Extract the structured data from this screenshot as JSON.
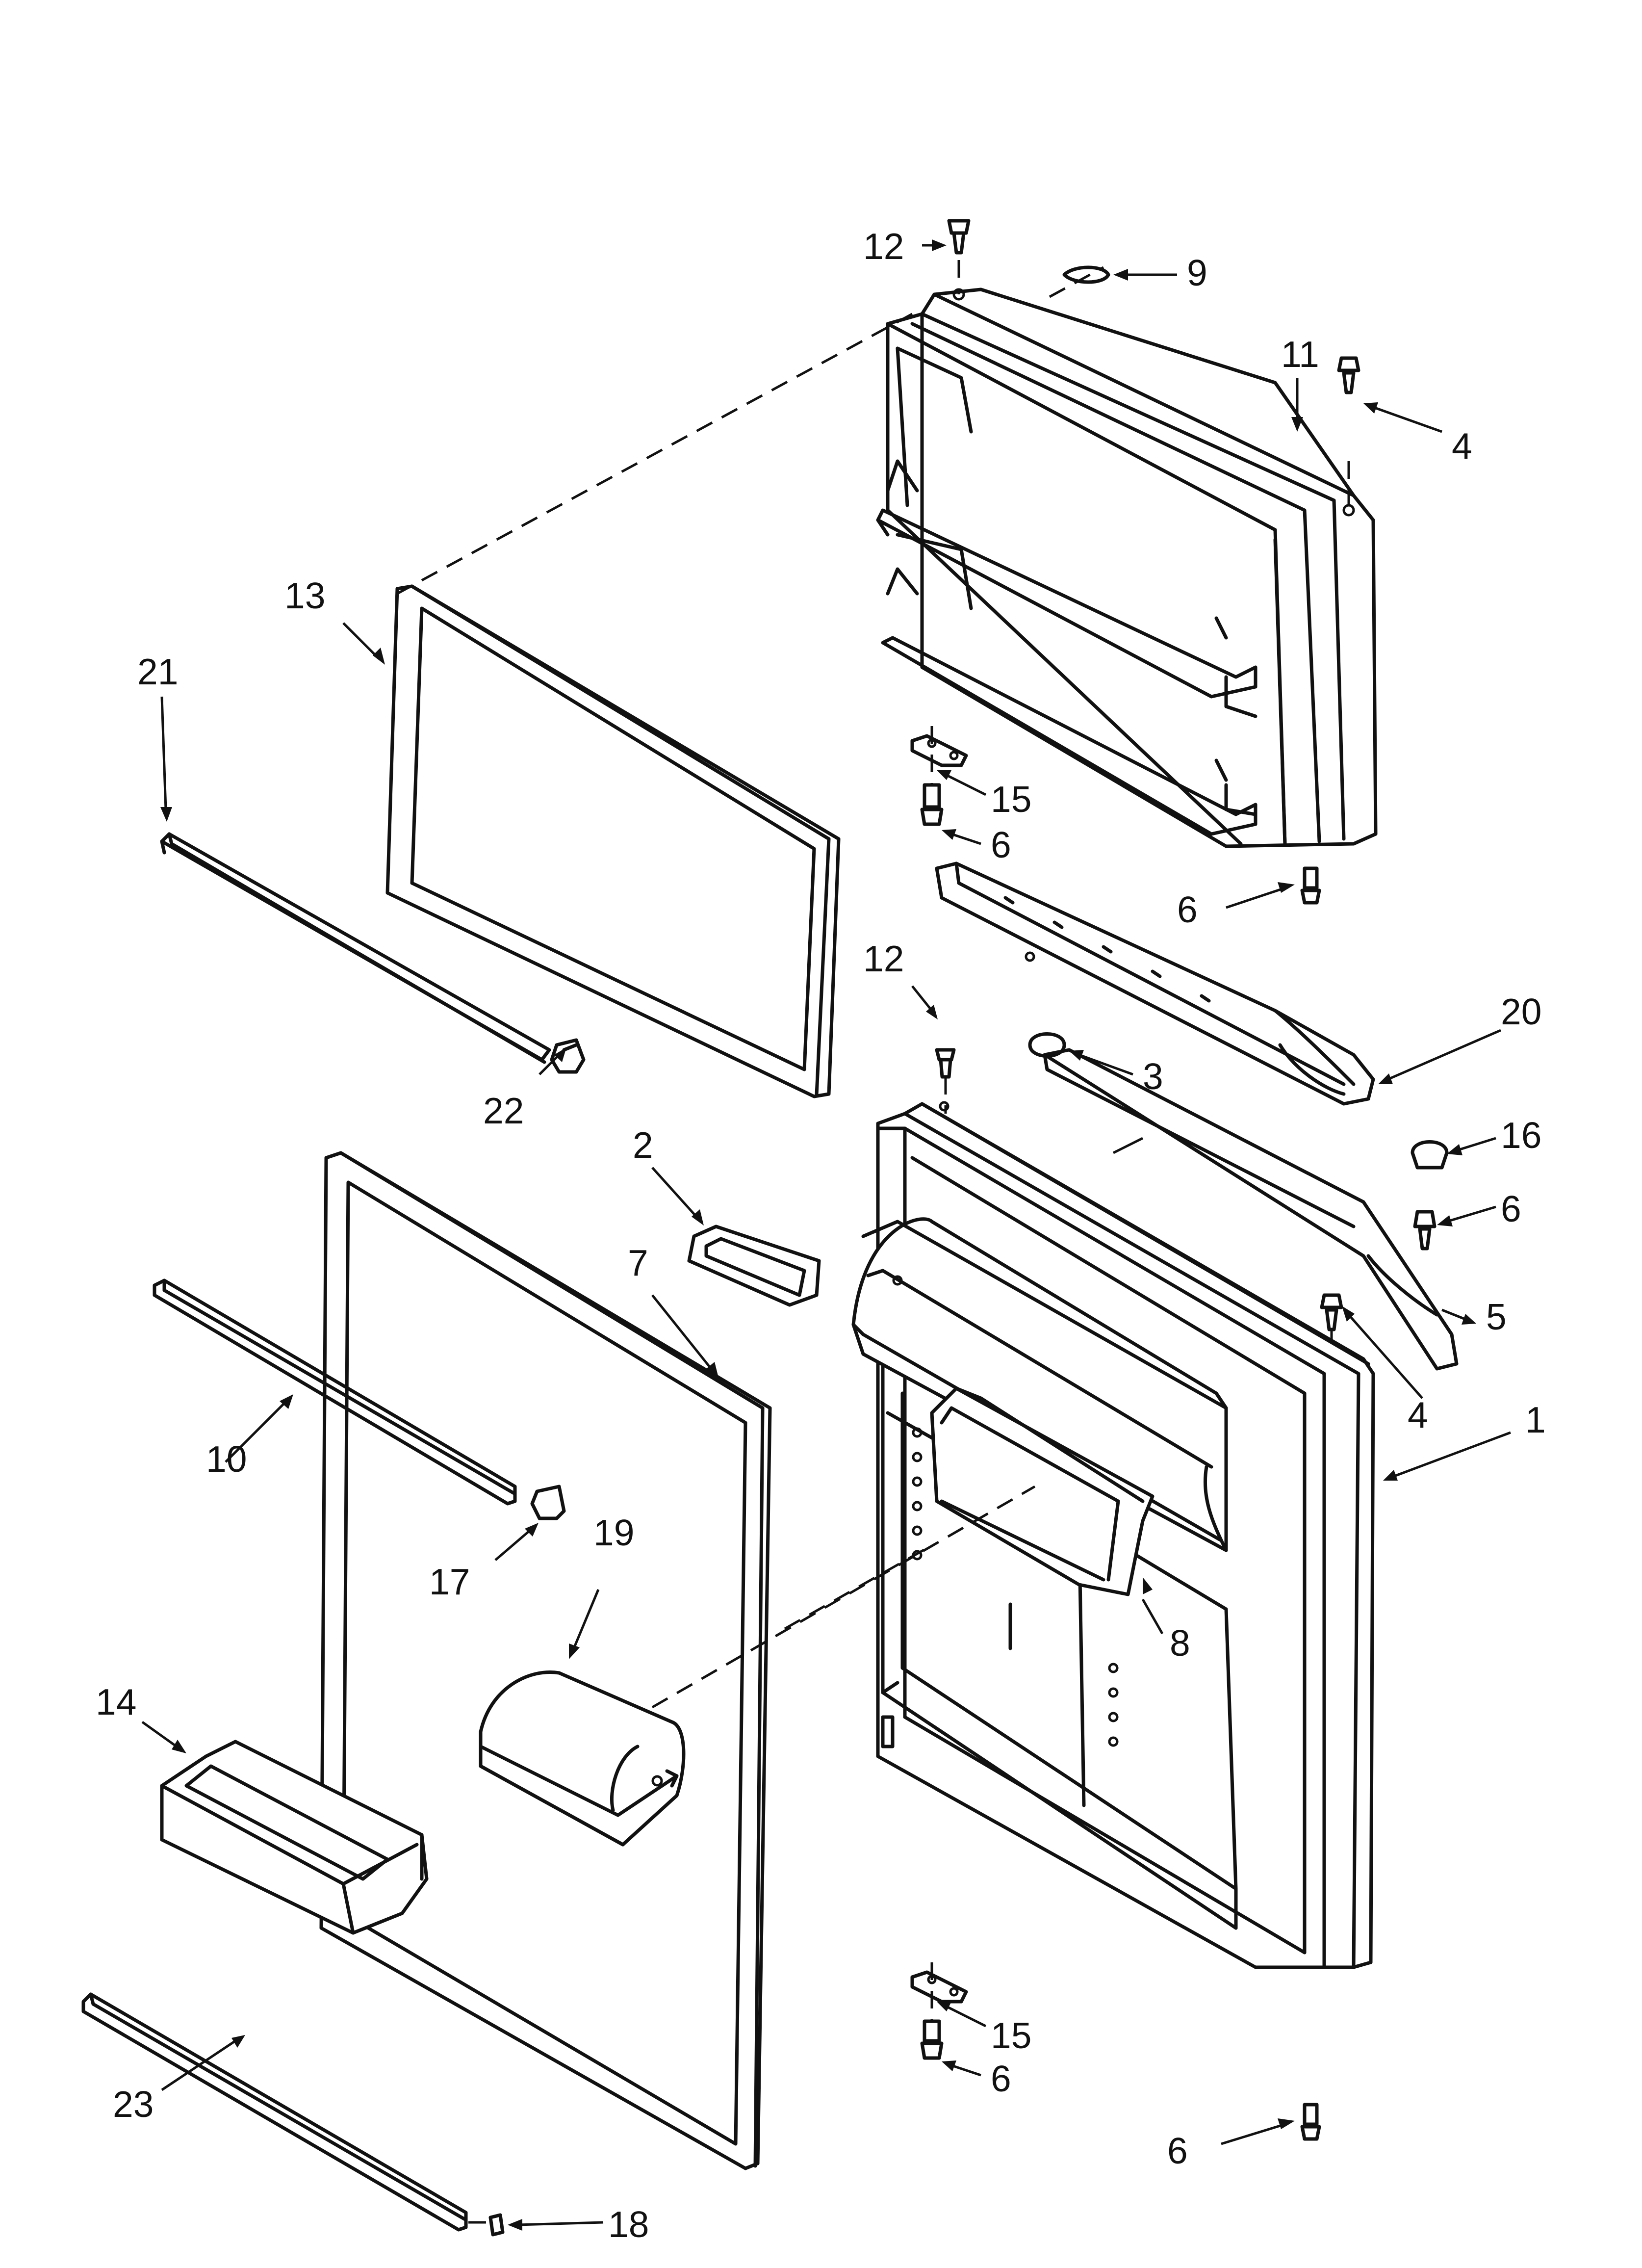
{
  "diagram": {
    "callouts": {
      "c1": "1",
      "c2": "2",
      "c3": "3",
      "c4a": "4",
      "c4b": "4",
      "c5": "5",
      "c6a": "6",
      "c6b": "6",
      "c6c": "6",
      "c6d": "6",
      "c6e": "6",
      "c7": "7",
      "c8": "8",
      "c9": "9",
      "c10": "10",
      "c11": "11",
      "c12a": "12",
      "c12b": "12",
      "c13": "13",
      "c14": "14",
      "c15a": "15",
      "c15b": "15",
      "c16": "16",
      "c17": "17",
      "c18": "18",
      "c19": "19",
      "c20": "20",
      "c21": "21",
      "c22": "22",
      "c23": "23"
    }
  }
}
